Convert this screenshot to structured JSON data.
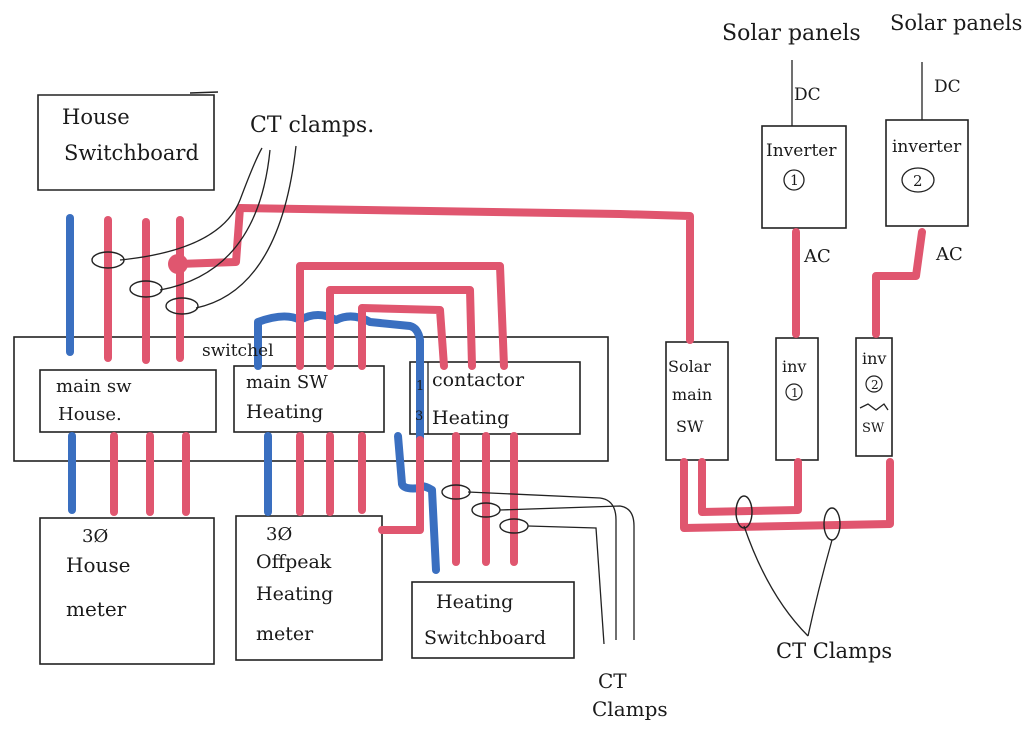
{
  "diagram": {
    "colors": {
      "active": "#e0566f",
      "neutral": "#3a6fc0",
      "ink": "#1a1a1a"
    },
    "labels": {
      "house_switchboard_1": "House",
      "house_switchboard_2": "Switchboard",
      "ct_clamps_top": "CT clamps.",
      "switchboard_title": "switchel",
      "main_sw_house_1": "main sw",
      "main_sw_house_2": "House.",
      "main_sw_heating_1": "main SW",
      "main_sw_heating_2": "Heating",
      "contactor_1": "contactor",
      "contactor_2": "Heating",
      "phase_1": "1",
      "phase_3": "3",
      "house_meter_1": "3Ø",
      "house_meter_2": "House",
      "house_meter_3": "meter",
      "heating_meter_1": "3Ø",
      "heating_meter_2": "Offpeak",
      "heating_meter_3": "Heating",
      "heating_meter_4": "meter",
      "heating_switchboard_1": "Heating",
      "heating_switchboard_2": "Switchboard",
      "ct_clamps_bottom_1": "CT",
      "ct_clamps_bottom_2": "Clamps",
      "solar_panels_1": "Solar panels",
      "solar_panels_2": "Solar panels",
      "dc_1": "DC",
      "dc_2": "DC",
      "inverter_1": "Inverter",
      "inverter_1_num": "1",
      "inverter_2": "inverter",
      "inverter_2_num": "2",
      "ac_1": "AC",
      "ac_2": "AC",
      "solar_main_sw_1": "Solar",
      "solar_main_sw_2": "main",
      "solar_main_sw_3": "SW",
      "inv_sw_1": "inv",
      "inv_sw_1_num": "1",
      "inv_sw_2": "inv",
      "inv_sw_2_num": "2",
      "inv_sw_2_sw": "SW",
      "ct_clamps_right": "CT Clamps"
    }
  }
}
